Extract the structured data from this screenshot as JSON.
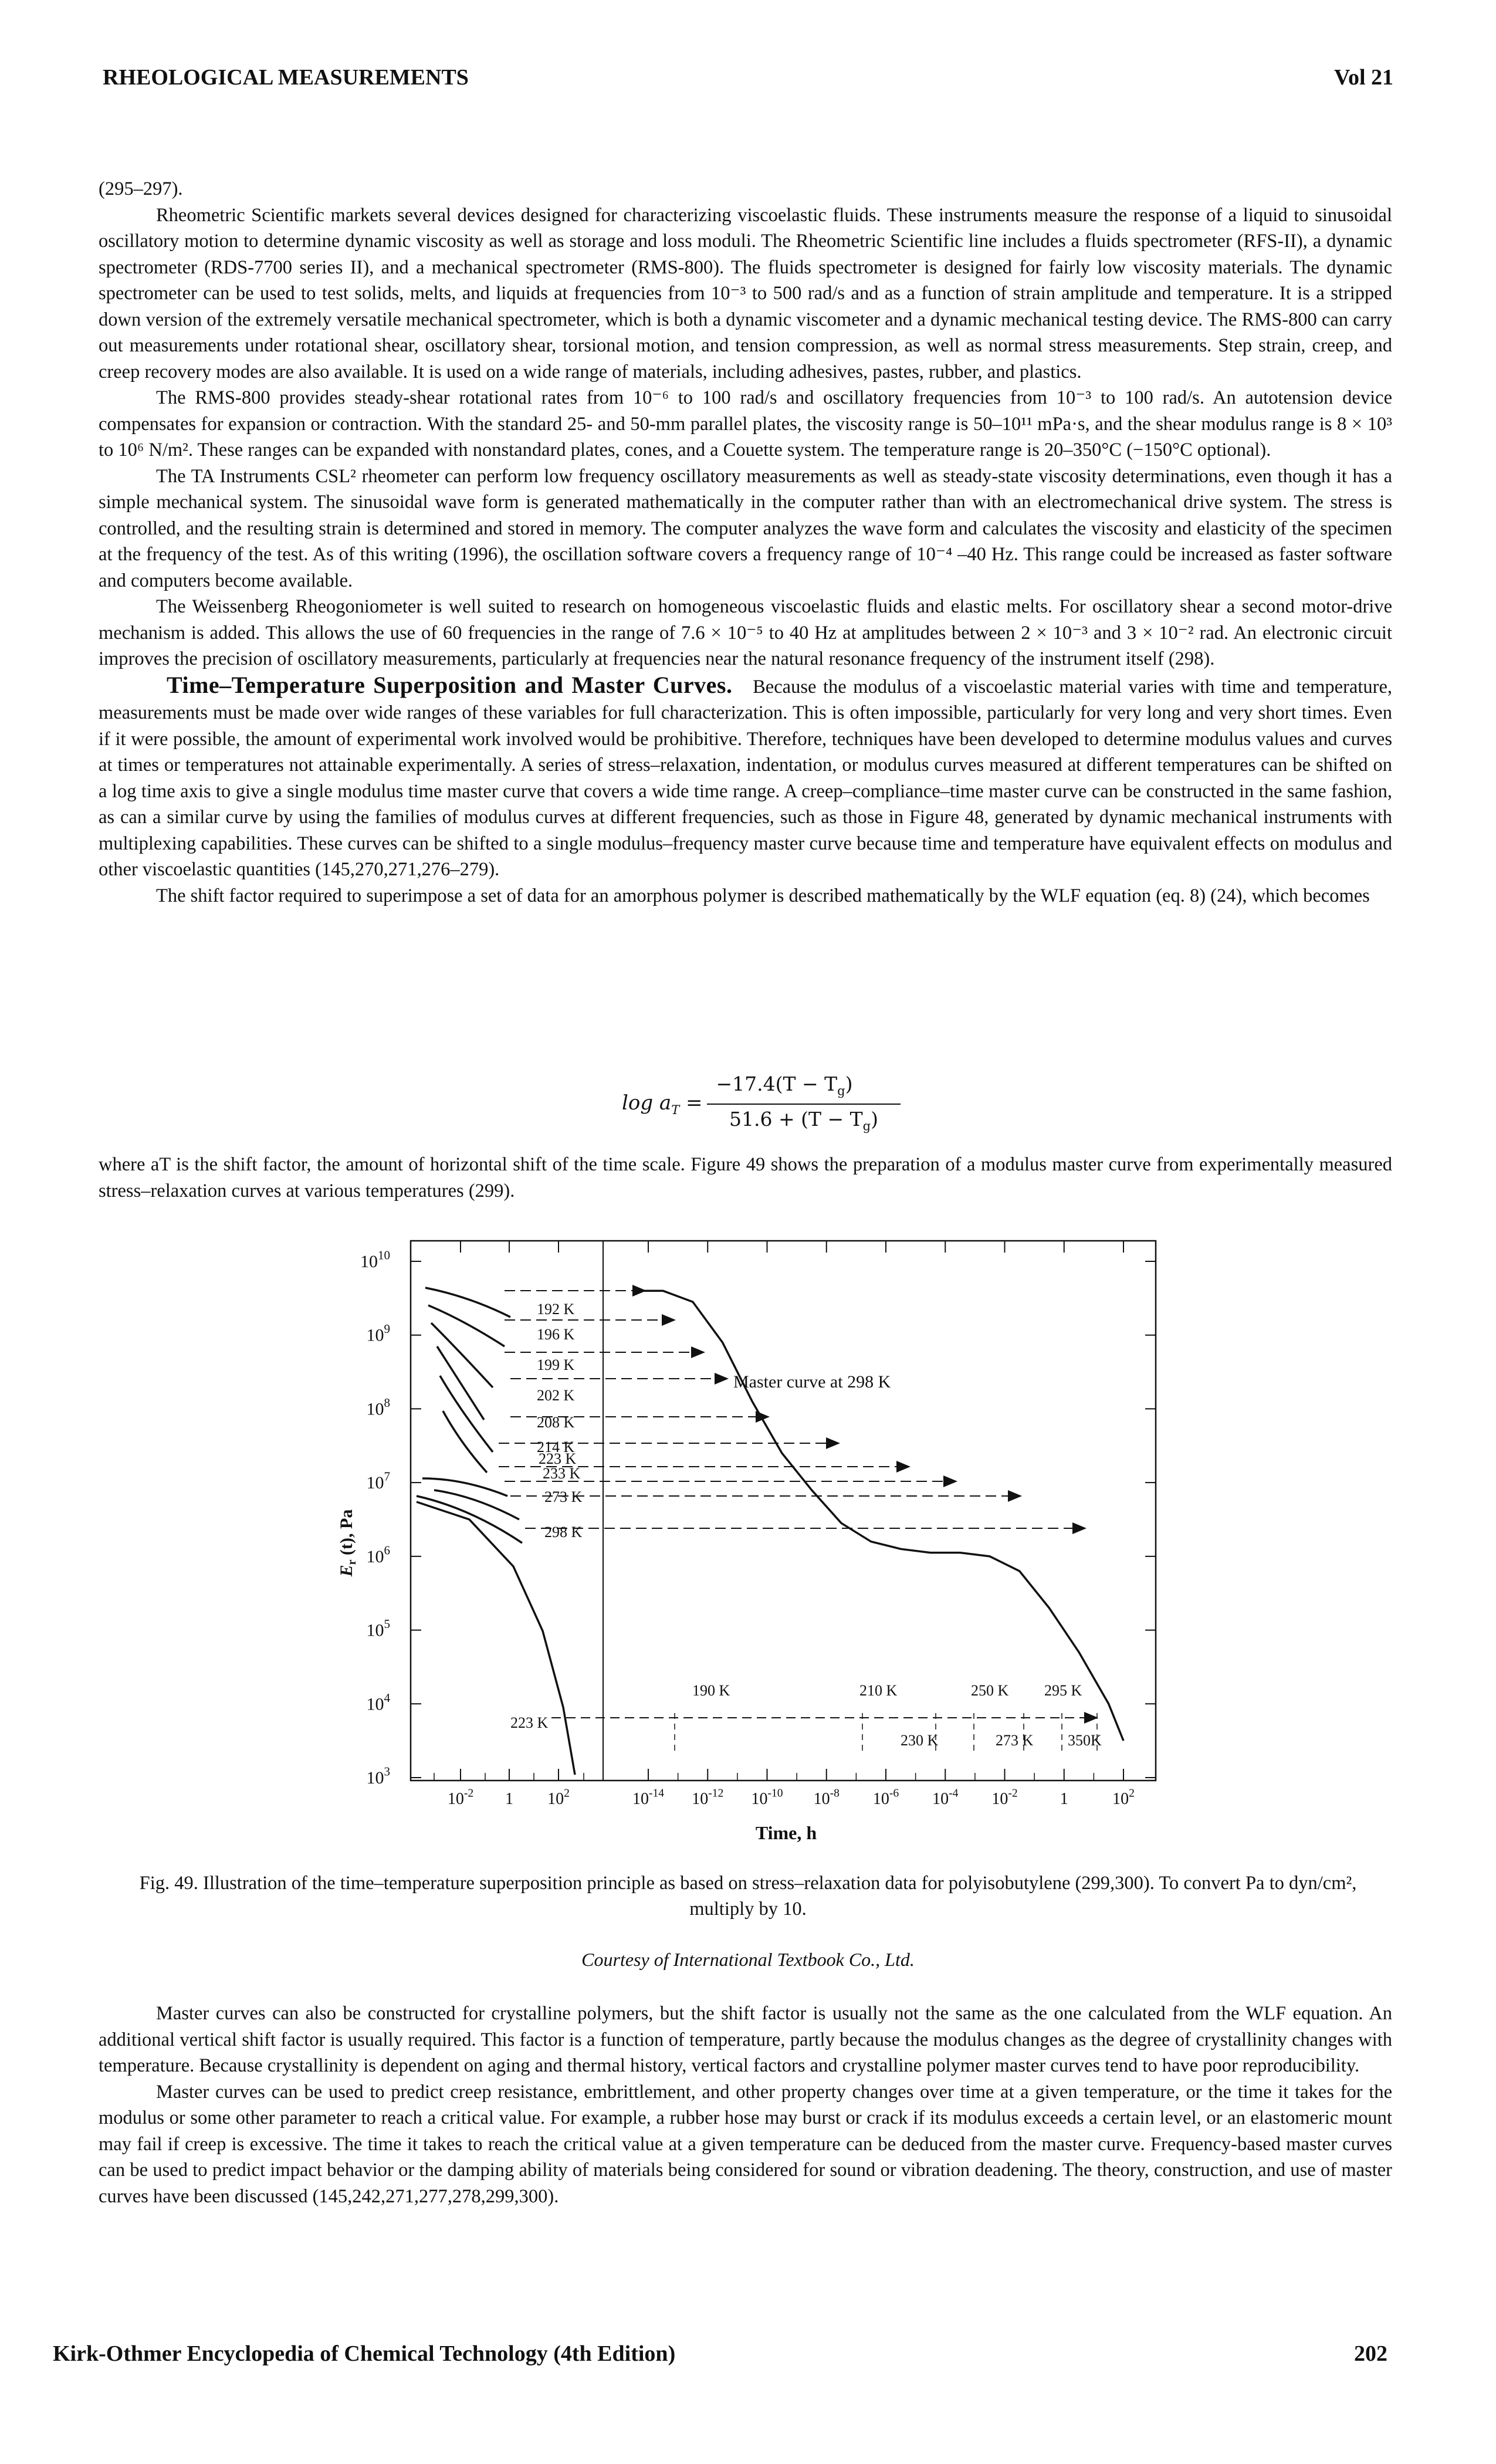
{
  "header": {
    "left": "RHEOLOGICAL MEASUREMENTS",
    "right": "Vol 21"
  },
  "footer": {
    "left": "Kirk-Othmer Encyclopedia of Chemical Technology (4th Edition)",
    "right": "202"
  },
  "paragraphs": {
    "p0": "(295–297).",
    "p1": "Rheometric Scientific markets several devices designed for characterizing viscoelastic fluids. These instruments measure the response of a liquid to sinusoidal oscillatory motion to determine dynamic viscosity as well as storage and loss moduli. The Rheometric Scientific line includes a fluids spectrometer (RFS-II), a dynamic spectrometer (RDS-7700 series II), and a mechanical spectrometer (RMS-800). The fluids spectrometer is designed for fairly low viscosity materials. The dynamic spectrometer can be used to test solids, melts, and liquids at frequencies from 10⁻³ to 500 rad/s and as a function of strain amplitude and temperature. It is a stripped down version of the extremely versatile mechanical spectrometer, which is both a dynamic viscometer and a dynamic mechanical testing device. The RMS-800 can carry out measurements under rotational shear, oscillatory shear, torsional motion, and tension compression, as well as normal stress measurements. Step strain, creep, and creep recovery modes are also available. It is used on a wide range of materials, including adhesives, pastes, rubber, and plastics.",
    "p2": "The RMS-800 provides steady-shear rotational rates from 10⁻⁶ to 100 rad/s and oscillatory frequencies from 10⁻³ to 100 rad/s. An autotension device compensates for expansion or contraction. With the standard 25- and 50-mm parallel plates, the viscosity range is 50–10¹¹ mPa·s, and the shear modulus range is 8 × 10³ to 10⁶ N/m². These ranges can be expanded with nonstandard plates, cones, and a Couette system. The temperature range is 20–350°C (−150°C optional).",
    "p3": "The TA Instruments CSL² rheometer can perform low frequency oscillatory measurements as well as steady-state viscosity determinations, even though it has a simple mechanical system. The sinusoidal wave form is generated mathematically in the computer rather than with an electromechanical drive system. The stress is controlled, and the resulting strain is determined and stored in memory. The computer analyzes the wave form and calculates the viscosity and elasticity of the specimen at the frequency of the test. As of this writing (1996), the oscillation software covers a frequency range of 10⁻⁴ –40 Hz. This range could be increased as faster software and computers become available.",
    "p4": "The Weissenberg Rheogoniometer is well suited to research on homogeneous viscoelastic fluids and elastic melts. For oscillatory shear a second motor-drive mechanism is added. This allows the use of 60 frequencies in the range of 7.6 × 10⁻⁵ to 40 Hz at amplitudes between 2 × 10⁻³ and 3 × 10⁻² rad. An electronic circuit improves the precision of oscillatory measurements, particularly at frequencies near the natural resonance frequency of the instrument itself (298).",
    "p5_heading": "Time–Temperature Superposition and Master Curves.",
    "p5": "Because the modulus of a viscoelastic material varies with time and temperature, measurements must be made over wide ranges of these variables for full characterization. This is often impossible, particularly for very long and very short times. Even if it were possible, the amount of experimental work involved would be prohibitive. Therefore, techniques have been developed to determine modulus values and curves at times or temperatures not attainable experimentally. A series of stress–relaxation, indentation, or modulus curves measured at different temperatures can be shifted on a log time axis to give a single modulus time master curve that covers a wide time range. A creep–compliance–time master curve can be constructed in the same fashion, as can a similar curve by using the families of modulus curves at different frequencies, such as those in Figure 48, generated by dynamic mechanical instruments with multiplexing capabilities. These curves can be shifted to a single modulus–frequency master curve because time and temperature have equivalent effects on modulus and other viscoelastic quantities (145,270,271,276–279).",
    "p6": "The shift factor required to superimpose a set of data for an amorphous polymer is described mathematically by the WLF equation (eq. 8) (24), which becomes",
    "p7": "where aT is the shift factor, the amount of horizontal shift of the time scale. Figure 49 shows the preparation of a modulus master curve from experimentally measured stress–relaxation curves at various temperatures (299).",
    "p8": "Master curves can also be constructed for crystalline polymers, but the shift factor is usually not the same as the one calculated from the WLF equation. An additional vertical shift factor is usually required. This factor is a function of temperature, partly because the modulus changes as the degree of crystallinity changes with temperature. Because crystallinity is dependent on aging and thermal history, vertical factors and crystalline polymer master curves tend to have poor reproducibility.",
    "p9": "Master curves can be used to predict creep resistance, embrittlement, and other property changes over time at a given temperature, or the time it takes for the modulus or some other parameter to reach a critical value. For example, a rubber hose may burst or crack if its modulus exceeds a certain level, or an elastomeric mount may fail if creep is excessive. The time it takes to reach the critical value at a given temperature can be deduced from the master curve. Frequency-based master curves can be used to predict impact behavior or the damping ability of materials being considered for sound or vibration deadening. The theory, construction, and use of master curves have been discussed (145,242,271,277,278,299,300)."
  },
  "equation": {
    "lhs": "log a",
    "lhs_sub": "T",
    "eq": " =",
    "numerator": "−17.4(T − T",
    "num_sub": "g",
    "num_close": ")",
    "denominator": "51.6 + (T − T",
    "den_sub": "g",
    "den_close": ")"
  },
  "figure": {
    "caption": "Fig. 49. Illustration of the time–temperature superposition principle as based on stress–relaxation data for polyisobutylene (299,300). To convert Pa to dyn/cm², multiply by 10.",
    "courtesy": "Courtesy of International Textbook Co., Ltd.",
    "ylabel": "E r (t), Pa",
    "xlabel": "Time, h",
    "y_ticks": [
      "10",
      "10",
      "10",
      "10",
      "10",
      "10",
      "10",
      "10"
    ],
    "y_exps": [
      "10",
      "9",
      "8",
      "7",
      "6",
      "5",
      "4",
      "3"
    ],
    "left_x_ticks": [
      {
        "b": "10",
        "e": "-2"
      },
      {
        "b": "1",
        "e": ""
      },
      {
        "b": "10",
        "e": "2"
      }
    ],
    "right_x_ticks": [
      {
        "b": "10",
        "e": "-14"
      },
      {
        "b": "10",
        "e": "-12"
      },
      {
        "b": "10",
        "e": "-10"
      },
      {
        "b": "10",
        "e": "-8"
      },
      {
        "b": "10",
        "e": "-6"
      },
      {
        "b": "10",
        "e": "-4"
      },
      {
        "b": "10",
        "e": "-2"
      },
      {
        "b": "1",
        "e": ""
      },
      {
        "b": "10",
        "e": "2"
      }
    ],
    "curve_labels": [
      "192 K",
      "196 K",
      "199 K",
      "202 K",
      "208 K",
      "214 K",
      "223 K",
      "233 K",
      "273 K",
      "298 K",
      "223 K"
    ],
    "bottom_temps_upper": [
      "190 K",
      "210 K",
      "250 K",
      "295 K"
    ],
    "bottom_temps_lower": [
      "230 K",
      "273 K",
      "350K"
    ],
    "master_label": "Master curve at 298 K"
  },
  "chart_data": {
    "type": "line",
    "title": "",
    "xlabel": "Time, h",
    "ylabel": "Er(t), Pa",
    "y_scale": "log",
    "ylim": [
      1000,
      10000000000
    ],
    "master_curve": {
      "name": "Master curve at 298 K",
      "log_time_h": [
        -14.3,
        -13.5,
        -12.5,
        -11.5,
        -10.5,
        -9.5,
        -8.5,
        -7.5,
        -6.5,
        -5.5,
        -4.5,
        -3.5,
        -2.5,
        -1.5,
        -0.5,
        0.5,
        1.5,
        2.0
      ],
      "log_modulus_pa": [
        9.6,
        9.6,
        9.45,
        8.9,
        8.1,
        7.4,
        6.9,
        6.45,
        6.2,
        6.1,
        6.05,
        6.05,
        6.0,
        5.8,
        5.3,
        4.7,
        4.0,
        3.5
      ]
    },
    "segment_temperatures_K": [
      192,
      196,
      199,
      202,
      208,
      214,
      223,
      233,
      273,
      298
    ],
    "shift_temperatures_K": [
      190,
      210,
      230,
      250,
      273,
      295,
      350
    ]
  }
}
